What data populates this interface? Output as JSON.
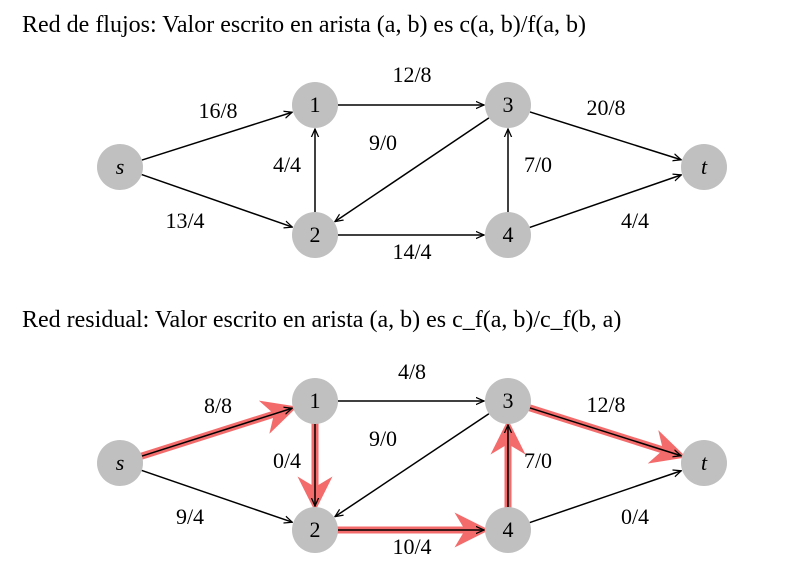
{
  "flow_network": {
    "caption": "Red de flujos: Valor escrito en arista (a, b) es c(a, b)/f(a, b)",
    "nodes": [
      {
        "id": "s",
        "label": "s"
      },
      {
        "id": "1",
        "label": "1"
      },
      {
        "id": "2",
        "label": "2"
      },
      {
        "id": "3",
        "label": "3"
      },
      {
        "id": "4",
        "label": "4"
      },
      {
        "id": "t",
        "label": "t"
      }
    ],
    "edges": [
      {
        "from": "s",
        "to": "1",
        "label": "16/8"
      },
      {
        "from": "s",
        "to": "2",
        "label": "13/4"
      },
      {
        "from": "2",
        "to": "1",
        "label": "4/4"
      },
      {
        "from": "1",
        "to": "3",
        "label": "12/8"
      },
      {
        "from": "3",
        "to": "2",
        "label": "9/0"
      },
      {
        "from": "2",
        "to": "4",
        "label": "14/4"
      },
      {
        "from": "4",
        "to": "3",
        "label": "7/0"
      },
      {
        "from": "3",
        "to": "t",
        "label": "20/8"
      },
      {
        "from": "4",
        "to": "t",
        "label": "4/4"
      }
    ]
  },
  "residual_network": {
    "caption": "Red residual: Valor escrito en arista (a, b) es c_f(a, b)/c_f(b, a)",
    "nodes": [
      {
        "id": "s",
        "label": "s"
      },
      {
        "id": "1",
        "label": "1"
      },
      {
        "id": "2",
        "label": "2"
      },
      {
        "id": "3",
        "label": "3"
      },
      {
        "id": "4",
        "label": "4"
      },
      {
        "id": "t",
        "label": "t"
      }
    ],
    "edges": [
      {
        "from": "s",
        "to": "1",
        "label": "8/8",
        "highlighted": true
      },
      {
        "from": "s",
        "to": "2",
        "label": "9/4"
      },
      {
        "from": "1",
        "to": "2",
        "label": "0/4",
        "highlighted": true
      },
      {
        "from": "1",
        "to": "3",
        "label": "4/8"
      },
      {
        "from": "3",
        "to": "2",
        "label": "9/0"
      },
      {
        "from": "2",
        "to": "4",
        "label": "10/4",
        "highlighted": true
      },
      {
        "from": "4",
        "to": "3",
        "label": "7/0",
        "highlighted": true
      },
      {
        "from": "3",
        "to": "t",
        "label": "12/8",
        "highlighted": true
      },
      {
        "from": "4",
        "to": "t",
        "label": "0/4"
      }
    ]
  },
  "colors": {
    "node_fill": "#c0c0c0",
    "edge": "#000000",
    "highlight": "#f36b6b"
  }
}
